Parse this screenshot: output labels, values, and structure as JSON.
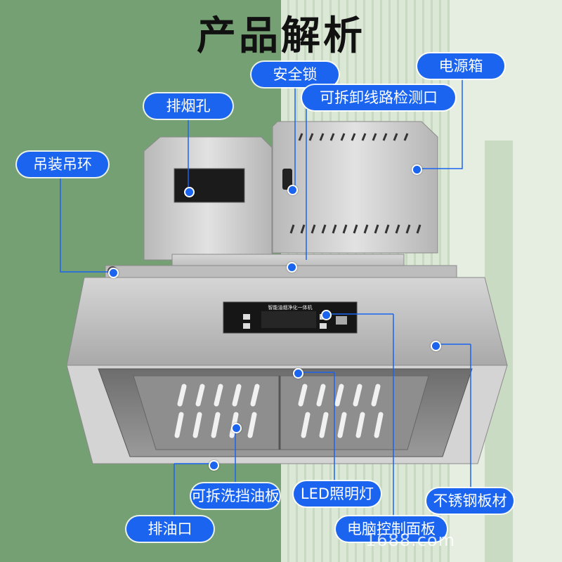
{
  "title": "产品解析",
  "labels": {
    "smoke_hole": "排烟孔",
    "safety_lock": "安全锁",
    "power_box": "电源箱",
    "detachable_port": "可拆卸线路检测口",
    "hanging_ring": "吊装吊环",
    "panel_text": "智能油烟净化一体机",
    "baffle": "可拆洗挡油板",
    "led": "LED照明灯",
    "stainless": "不锈钢板材",
    "oil_outlet": "排油口",
    "control_panel": "电脑控制面板"
  },
  "watermark": "1688.com",
  "colors": {
    "label_bg": "#1a64f0",
    "bg_green": "#75a073",
    "steel": "#c9c9c9"
  }
}
